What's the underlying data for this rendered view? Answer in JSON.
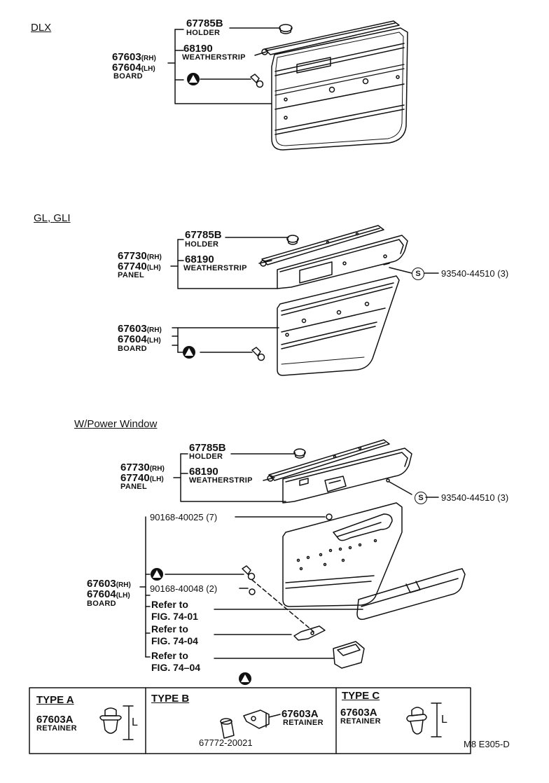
{
  "sections": {
    "dlx": {
      "heading": "DLX",
      "holder_part": "67785B",
      "holder_name": "HOLDER",
      "weatherstrip_part": "68190",
      "weatherstrip_name": "WEATHERSTRIP",
      "board_part_rh": "67603",
      "board_part_lh": "67604",
      "rh": "(RH)",
      "lh": "(LH)",
      "board_name": "BOARD"
    },
    "gl": {
      "heading": "GL, GLI",
      "holder_part": "67785B",
      "holder_name": "HOLDER",
      "weatherstrip_part": "68190",
      "weatherstrip_name": "WEATHERSTRIP",
      "panel_part_rh": "67730",
      "panel_part_lh": "67740",
      "rh": "(RH)",
      "lh": "(LH)",
      "panel_name": "PANEL",
      "screw_symbol": "S",
      "screw_part": "93540-44510",
      "screw_qty": "(3)",
      "board_part_rh": "67603",
      "board_part_lh": "67604",
      "board_name": "BOARD"
    },
    "pw": {
      "heading": "W/Power Window",
      "holder_part": "67785B",
      "holder_name": "HOLDER",
      "weatherstrip_part": "68190",
      "weatherstrip_name": "WEATHERSTRIP",
      "panel_part_rh": "67730",
      "panel_part_lh": "67740",
      "rh": "(RH)",
      "lh": "(LH)",
      "panel_name": "PANEL",
      "screw_symbol": "S",
      "screw_part": "93540-44510",
      "screw_qty": "(3)",
      "clip_part": "90168-40025",
      "clip_qty": "(7)",
      "clip2_part": "90168-40048",
      "clip2_qty": "(2)",
      "board_part_rh": "67603",
      "board_part_lh": "67604",
      "board_name": "BOARD",
      "refer1_a": "Refer to",
      "refer1_b": "FIG. 74-01",
      "refer2_a": "Refer to",
      "refer2_b": "FIG. 74-04",
      "refer3_a": "Refer to",
      "refer3_b": "FIG. 74–04"
    }
  },
  "types": {
    "type_a": {
      "label": "TYPE A",
      "part": "67603A",
      "name": "RETAINER",
      "dim": "L"
    },
    "type_b": {
      "label": "TYPE B",
      "part": "67603A",
      "name": "RETAINER",
      "extra_part": "67772-20021"
    },
    "type_c": {
      "label": "TYPE C",
      "part": "67603A",
      "name": "RETAINER",
      "dim": "L"
    }
  },
  "figure_code": "M8 E305-D"
}
